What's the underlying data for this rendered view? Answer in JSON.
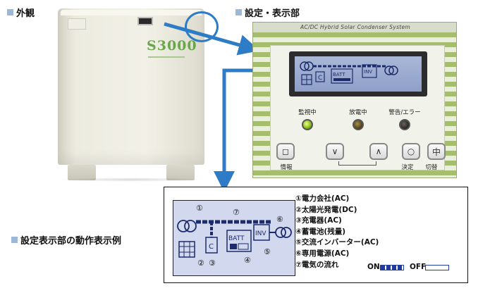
{
  "labels": {
    "exterior": "外観",
    "panel": "設定・表示部",
    "example": "設定表示部の動作表示例"
  },
  "device": {
    "logo": "S3000"
  },
  "panel": {
    "title": "AC/DC Hybrid Solar Condenser System",
    "lcd_batt": "BATT",
    "lcd_inv": "INV",
    "lcd_c": "C",
    "leds": [
      {
        "label": "監視中"
      },
      {
        "label": "放電中"
      },
      {
        "label": "警告/エラー"
      }
    ],
    "buttons": [
      {
        "glyph": "◻"
      },
      {
        "glyph": "∨"
      },
      {
        "glyph": "∧"
      },
      {
        "glyph": "○"
      },
      {
        "glyph": "中"
      }
    ],
    "button_labels": {
      "info": "情報",
      "enter": "決定",
      "switch": "切替"
    }
  },
  "legend": {
    "diagram": {
      "n1": "①",
      "n2": "②",
      "n3": "③",
      "n4": "④",
      "n5": "⑤",
      "n6": "⑥",
      "n7": "⑦",
      "batt": "BATT",
      "inv": "INV",
      "c": "C"
    },
    "items": [
      "①電力会社(AC)",
      "②太陽光発電(DC)",
      "③充電器(AC)",
      "④蓄電池(残量)",
      "⑤交流インバーター(AC)",
      "⑥専用電源(AC)",
      "⑦電気の流れ"
    ],
    "flow_on": "ON",
    "flow_off": "OFF"
  },
  "colors": {
    "accent_blue": "#2f7cc6",
    "flow_blue": "#1f3c9e",
    "led_green": "#8cbf1e"
  }
}
